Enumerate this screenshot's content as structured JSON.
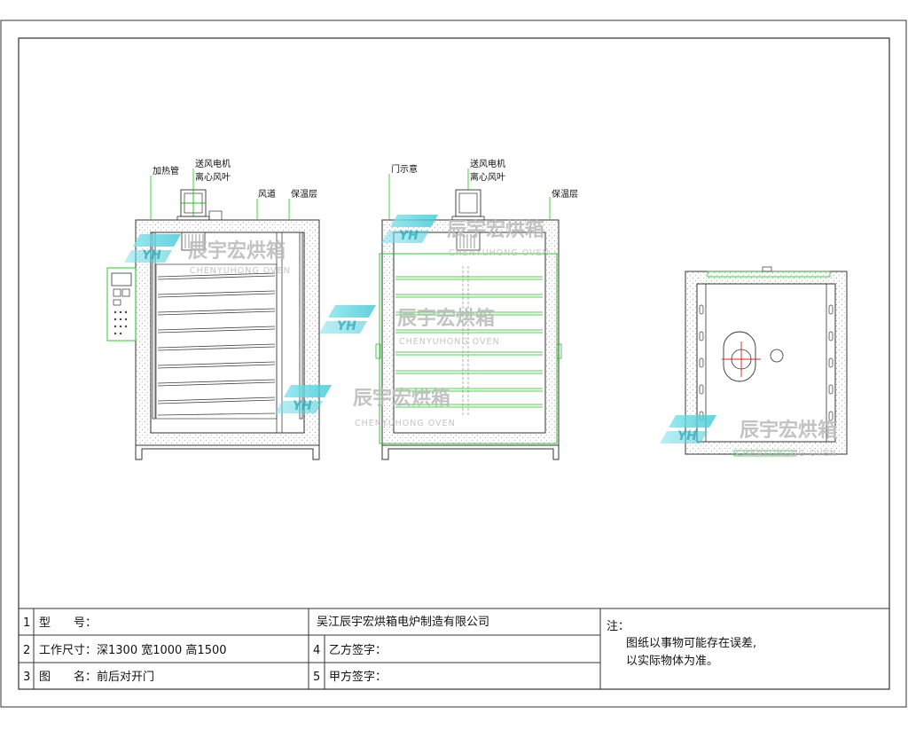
{
  "labels": {
    "heating_tube": "加热管",
    "fan_motor": "送风电机",
    "centrifugal_fan": "离心风叶",
    "air_duct": "风道",
    "insulation": "保温层",
    "door_indication": "门示意"
  },
  "title_block": {
    "rows": [
      {
        "num": "1",
        "text": "型　　号："
      },
      {
        "num": "2",
        "text": "工作尺寸：深1300  宽1000  高1500"
      },
      {
        "num": "3",
        "text": "图　　名：前后对开门"
      }
    ],
    "company": "吴江辰宇宏烘箱电炉制造有限公司",
    "sign_rows": [
      {
        "num": "4",
        "text": "乙方签字："
      },
      {
        "num": "5",
        "text": "甲方签字："
      }
    ],
    "note_title": "注：",
    "note_lines": [
      "图纸以事物可能存在误差,",
      "以实际物体为准。"
    ]
  },
  "watermark": {
    "logo": "YH",
    "name_cn": "辰宇宏烘箱",
    "name_en": "CHENYUHONG OVEN"
  },
  "colors": {
    "line": "#333333",
    "green": "#1fbf1f",
    "red": "#e02020",
    "logo": "#5fd3e0"
  }
}
